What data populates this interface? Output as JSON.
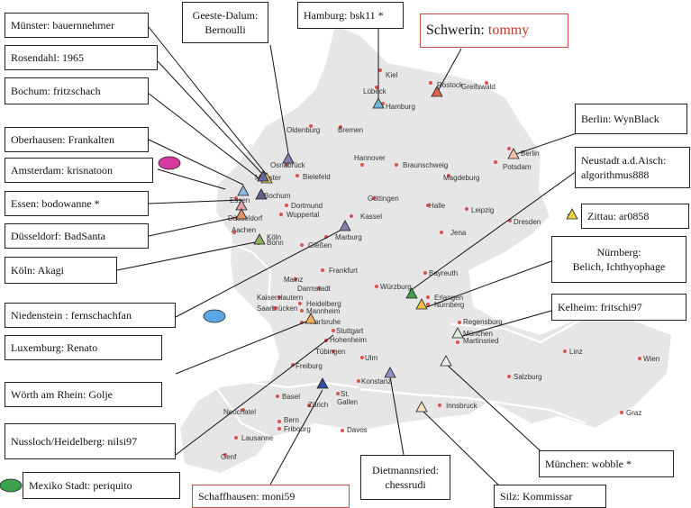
{
  "cities": [
    "Kiel",
    "Lübeck",
    "Rostock",
    "Greifswald",
    "Hamburg",
    "Oldenburg",
    "Bremen",
    "Hannover",
    "Braunschweig",
    "Potsdam",
    "Berlin",
    "Osnabrück",
    "Münster",
    "Bielefeld",
    "Magdeburg",
    "Essen",
    "Bochum",
    "Dortmund",
    "Wuppertal",
    "Düsseldorf",
    "Göttingen",
    "Halle",
    "Leipzig",
    "Dresden",
    "Kassel",
    "Aachen",
    "Köln",
    "Bonn",
    "Jena",
    "Marburg",
    "Gießen",
    "Mainz",
    "Frankfurt",
    "Bayreuth",
    "Darmstadt",
    "Würzburg",
    "Kaiserslautern",
    "Erlangen",
    "Nürnberg",
    "Heidelberg",
    "Mannheim",
    "Saarbrücken",
    "Regensburg",
    "Karlsruhe",
    "Stuttgart",
    "Hohenheim",
    "Tübingen",
    "Linz",
    "München",
    "Martinsried",
    "Ulm",
    "Wien",
    "Freiburg",
    "Salzburg",
    "Konstanz",
    "St.",
    "Gallen",
    "Basel",
    "Zürich",
    "Innsbruck",
    "Graz",
    "Neuchatel",
    "Bern",
    "Fribourg",
    "Davos",
    "Lausanne",
    "Genf"
  ],
  "labels": {
    "muenster": "Münster: bauernnehmer",
    "rosendahl": "Rosendahl:    1965",
    "bochum": "Bochum: fritzschach",
    "oberhausen": "Oberhausen: Frankalten",
    "amsterdam": "Amsterdam: krisnatoon",
    "essen": "Essen: bodowanne *",
    "duesseldorf": "Düsseldorf: BadSanta",
    "koeln": "Köln: Akagi",
    "niedenstein": "Niedenstein : fernschachfan",
    "luxemburg": "Luxemburg: Renato",
    "woerth": "Wörth am Rhein: Golje",
    "nussloch": "Nussloch/Heidelberg: nilsi97",
    "mexiko": "Mexiko Stadt: periquito",
    "geeste_1": "Geeste-Dalum:",
    "geeste_2": "Bernoulli",
    "hamburg": "Hamburg: bsk11 *",
    "schwerin_city": "Schwerin:",
    "schwerin_user": "tommy",
    "berlin": "Berlin: WynBlack",
    "neustadt_1": "Neustadt a.d.Aisch:",
    "neustadt_2": "algorithmus888",
    "zittau": "Zittau: ar0858",
    "nuernberg_1": "Nürnberg:",
    "nuernberg_2": "Belich,  Ichthyophage",
    "kelheim": "Kelheim: fritschi97",
    "muenchen": "München: wobble *",
    "silz": "Silz: Kommissar",
    "dietmannsried_1": "Dietmannsried:",
    "dietmannsried_2": "chessrudi",
    "schaffhausen": "Schaffhausen: moni59"
  },
  "colors": {
    "land": "#e6e6e6",
    "border": "#ffffff",
    "city_dot": "#d9534f",
    "highlight_text": "#c0392b",
    "amsterdam_marker": "#d63aa0",
    "luxemburg_marker": "#5aa9e6",
    "mexiko_marker": "#3aa04a"
  }
}
